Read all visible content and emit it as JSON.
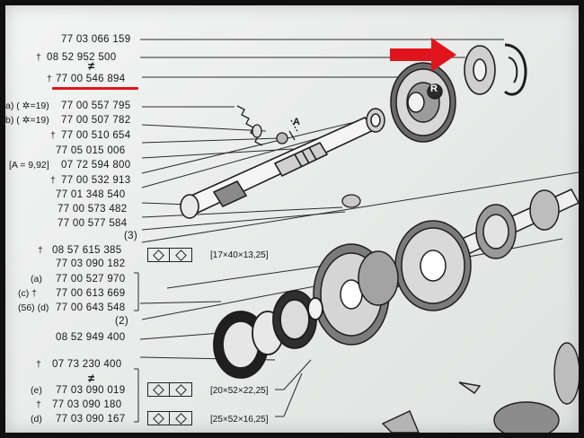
{
  "parts_list": [
    {
      "prefix": "",
      "number": "77 03 066 159"
    },
    {
      "prefix": "†",
      "number": "08 52 952 500"
    },
    {
      "prefix": "†",
      "number": "77 00 546 894"
    },
    {
      "prefix": "a) ( ✲=19)",
      "number": "77 00 557 795"
    },
    {
      "prefix": "b) ( ✲=19)",
      "number": "77 00 507 782"
    },
    {
      "prefix": "†",
      "number": "77 00 510 654"
    },
    {
      "prefix": "",
      "number": "77 05 015 006"
    },
    {
      "prefix": "[A = 9,92]",
      "number": "07 72 594 800"
    },
    {
      "prefix": "†",
      "number": "77 00 532 913"
    },
    {
      "prefix": "",
      "number": "77 01 348 540"
    },
    {
      "prefix": "",
      "number": "77 00 573 482"
    },
    {
      "prefix": "",
      "number": "77 00 577 584"
    },
    {
      "prefix": "",
      "number": "(3)"
    },
    {
      "prefix": "†",
      "number": "08 57 615 385"
    },
    {
      "prefix": "",
      "number": "77 03 090 182"
    },
    {
      "prefix": "(a)",
      "number": "77 00 527 970"
    },
    {
      "prefix": "(c) †",
      "number": "77 00 613 669"
    },
    {
      "prefix": "(56) (d)",
      "number": "77 00 643 548"
    },
    {
      "prefix": "",
      "number": "(2)"
    },
    {
      "prefix": "",
      "number": "08 52 949 400"
    },
    {
      "prefix": "†",
      "number": "07 73 230 400"
    },
    {
      "prefix": "(e)",
      "number": "77 03 090 019"
    },
    {
      "prefix": "†",
      "number": "77 03 090 180"
    },
    {
      "prefix": "(d)",
      "number": "77 03 090 167"
    }
  ],
  "dimensions": {
    "d1": "[17×40×13,25]",
    "d2": "[20×52×22,25]",
    "d3": "[25×52×16,25]"
  },
  "callouts": {
    "gear_badge": "R",
    "shim_label": "A"
  },
  "highlight": {
    "underlined_part": "77 00 546 894",
    "underline_color": "#e0141c",
    "arrow_color": "#e0141c"
  }
}
